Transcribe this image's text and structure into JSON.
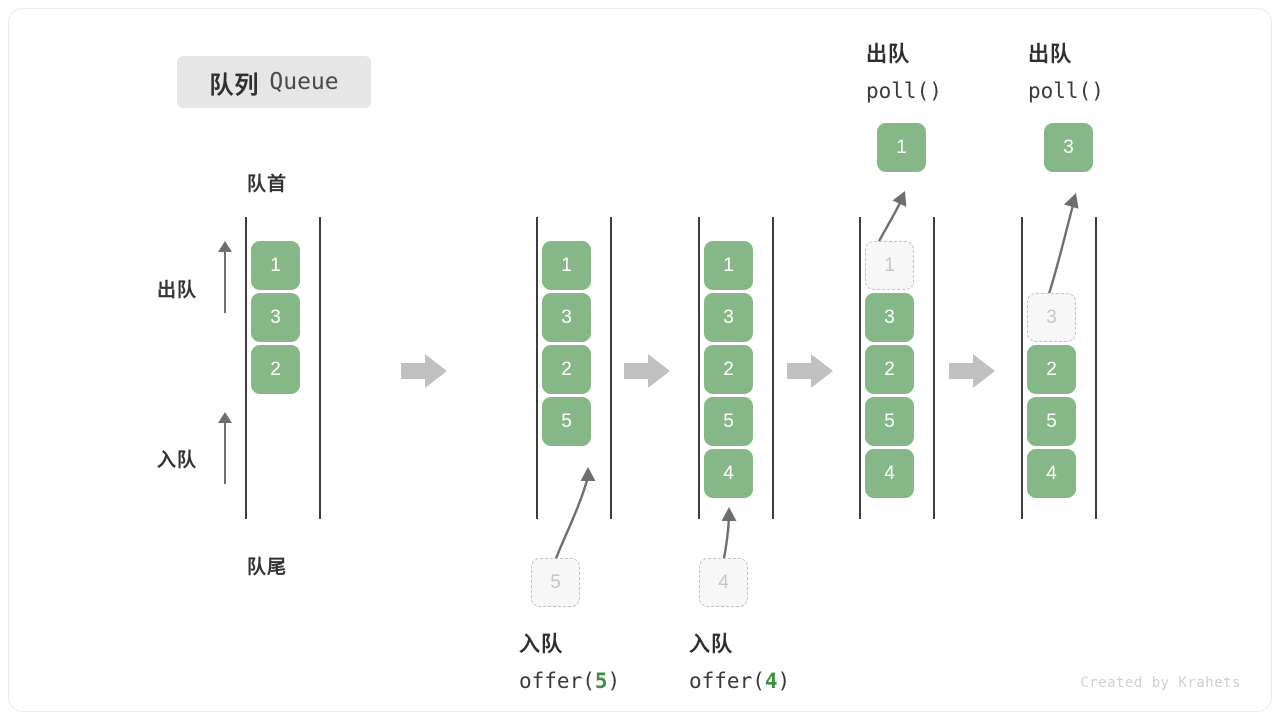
{
  "title": {
    "cn": "队列",
    "en": "Queue"
  },
  "labels": {
    "front": "队首",
    "rear": "队尾",
    "dequeue": "出队",
    "enqueue": "入队"
  },
  "watermark": "Created by Krahets",
  "colors": {
    "box_fill": "#86b887",
    "box_text": "#ffffff",
    "ghost_fill": "#f7f7f7",
    "ghost_border": "#c2c2c2",
    "ghost_text": "#c6c6c6",
    "rail": "#3d3d3d",
    "arrow_gray": "#c0c0c0",
    "accent_green": "#3f9142",
    "badge_bg": "#e6e6e6"
  },
  "steps": [
    {
      "name": "initial",
      "items": [
        {
          "value": "1",
          "state": "filled"
        },
        {
          "value": "3",
          "state": "filled"
        },
        {
          "value": "2",
          "state": "filled"
        }
      ]
    },
    {
      "name": "after-offer-5",
      "items": [
        {
          "value": "1",
          "state": "filled"
        },
        {
          "value": "3",
          "state": "filled"
        },
        {
          "value": "2",
          "state": "filled"
        },
        {
          "value": "5",
          "state": "filled"
        }
      ],
      "incoming": {
        "value": "5",
        "state": "ghost"
      },
      "op": {
        "cn": "入队",
        "fn": "offer(",
        "arg": "5",
        "close": ")"
      }
    },
    {
      "name": "after-offer-4",
      "items": [
        {
          "value": "1",
          "state": "filled"
        },
        {
          "value": "3",
          "state": "filled"
        },
        {
          "value": "2",
          "state": "filled"
        },
        {
          "value": "5",
          "state": "filled"
        },
        {
          "value": "4",
          "state": "filled"
        }
      ],
      "incoming": {
        "value": "4",
        "state": "ghost"
      },
      "op": {
        "cn": "入队",
        "fn": "offer(",
        "arg": "4",
        "close": ")"
      }
    },
    {
      "name": "after-poll-1",
      "items": [
        {
          "value": "1",
          "state": "ghost"
        },
        {
          "value": "3",
          "state": "filled"
        },
        {
          "value": "2",
          "state": "filled"
        },
        {
          "value": "5",
          "state": "filled"
        },
        {
          "value": "4",
          "state": "filled"
        }
      ],
      "popped": {
        "value": "1",
        "state": "filled"
      },
      "op": {
        "cn": "出队",
        "fn": "poll()"
      }
    },
    {
      "name": "after-poll-3",
      "items": [
        {
          "value": "",
          "state": "empty"
        },
        {
          "value": "3",
          "state": "ghost"
        },
        {
          "value": "2",
          "state": "filled"
        },
        {
          "value": "5",
          "state": "filled"
        },
        {
          "value": "4",
          "state": "filled"
        }
      ],
      "popped": {
        "value": "3",
        "state": "filled"
      },
      "op": {
        "cn": "出队",
        "fn": "poll()"
      }
    }
  ]
}
